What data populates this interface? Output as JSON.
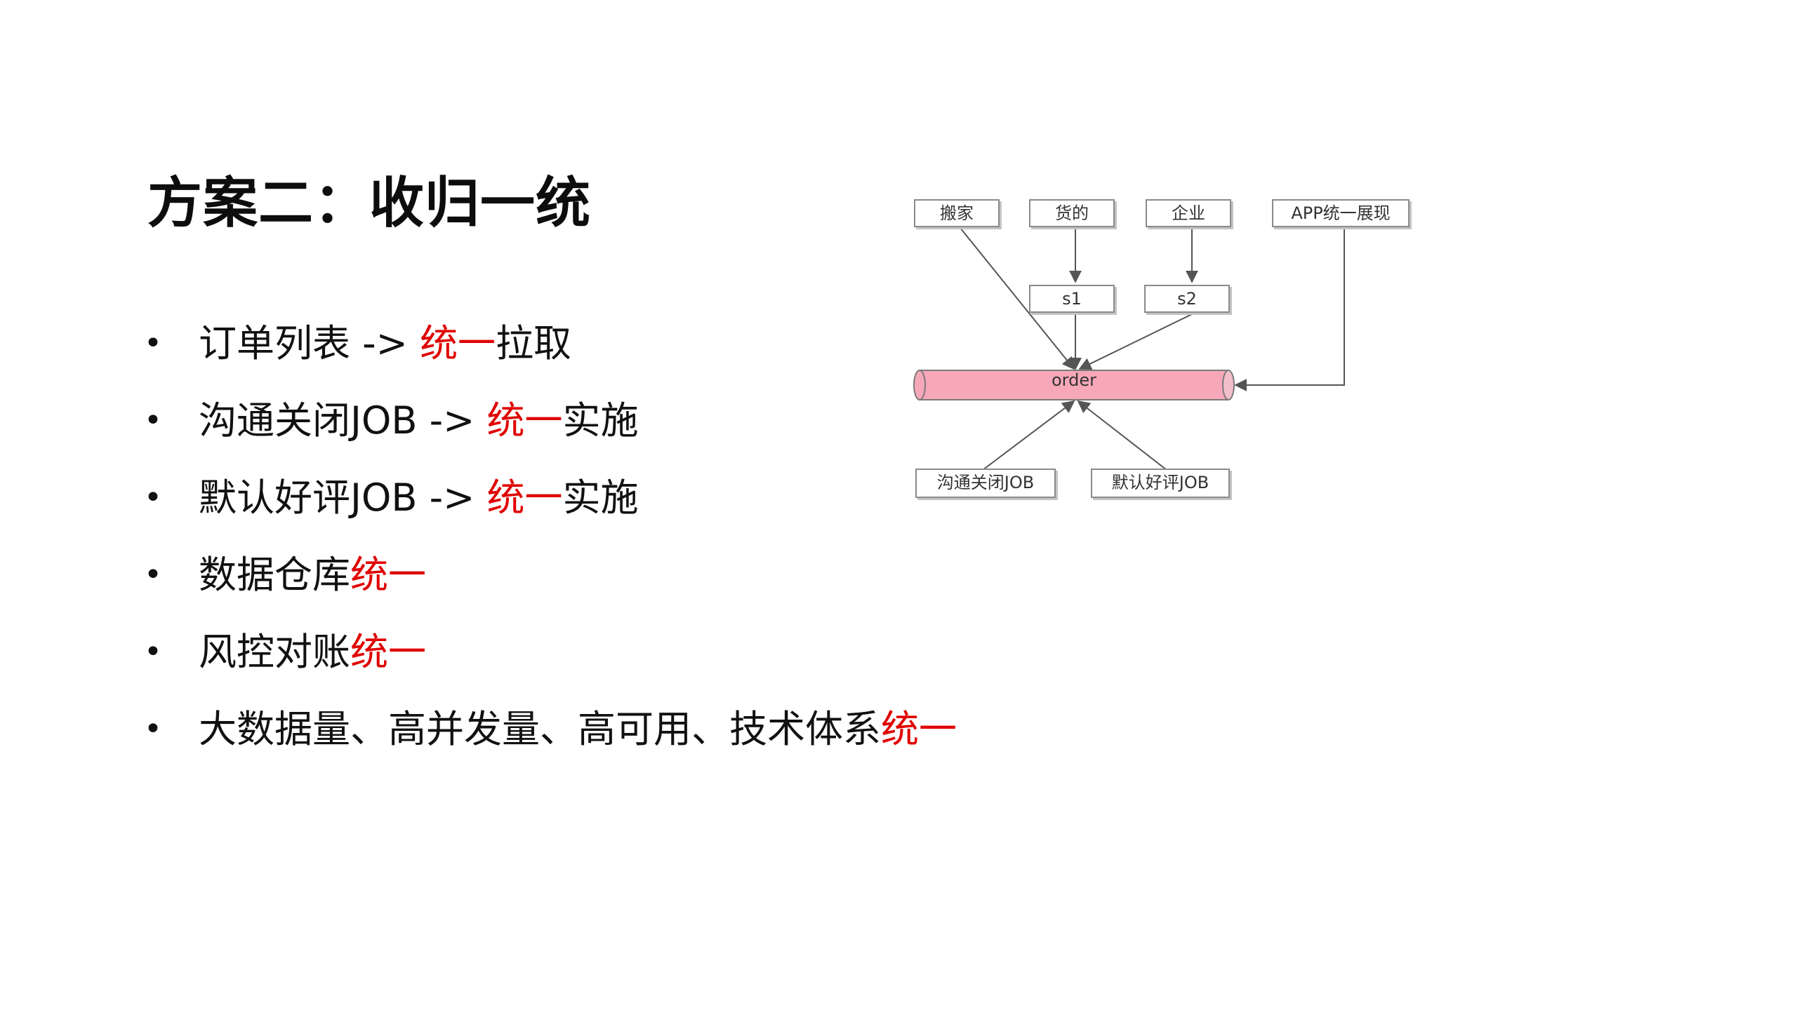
{
  "slide": {
    "title": "方案二：收归一统",
    "bullet_symbol": "•",
    "bullets": [
      {
        "text": "订单列表 -> ",
        "highlight": "统一",
        "tail": "拉取"
      },
      {
        "text": "沟通关闭JOB -> ",
        "highlight": "统一",
        "tail": "实施"
      },
      {
        "text": "默认好评JOB -> ",
        "highlight": "统一",
        "tail": "实施"
      },
      {
        "text": "数据仓库",
        "highlight": "统一",
        "tail": ""
      },
      {
        "text": "风控对账",
        "highlight": "统一",
        "tail": ""
      },
      {
        "text": "大数据量、高并发量、高可用、技术体系",
        "highlight": "统一",
        "tail": ""
      }
    ],
    "highlight_color": "#e00000"
  },
  "diagram": {
    "nodes": {
      "banjia": "搬家",
      "huodi": "货的",
      "qiye": "企业",
      "app": "APP统一展现",
      "s1": "s1",
      "s2": "s2",
      "order": "order",
      "goutong": "沟通关闭JOB",
      "moren": "默认好评JOB"
    },
    "order_fill": "#f7a8b8"
  }
}
